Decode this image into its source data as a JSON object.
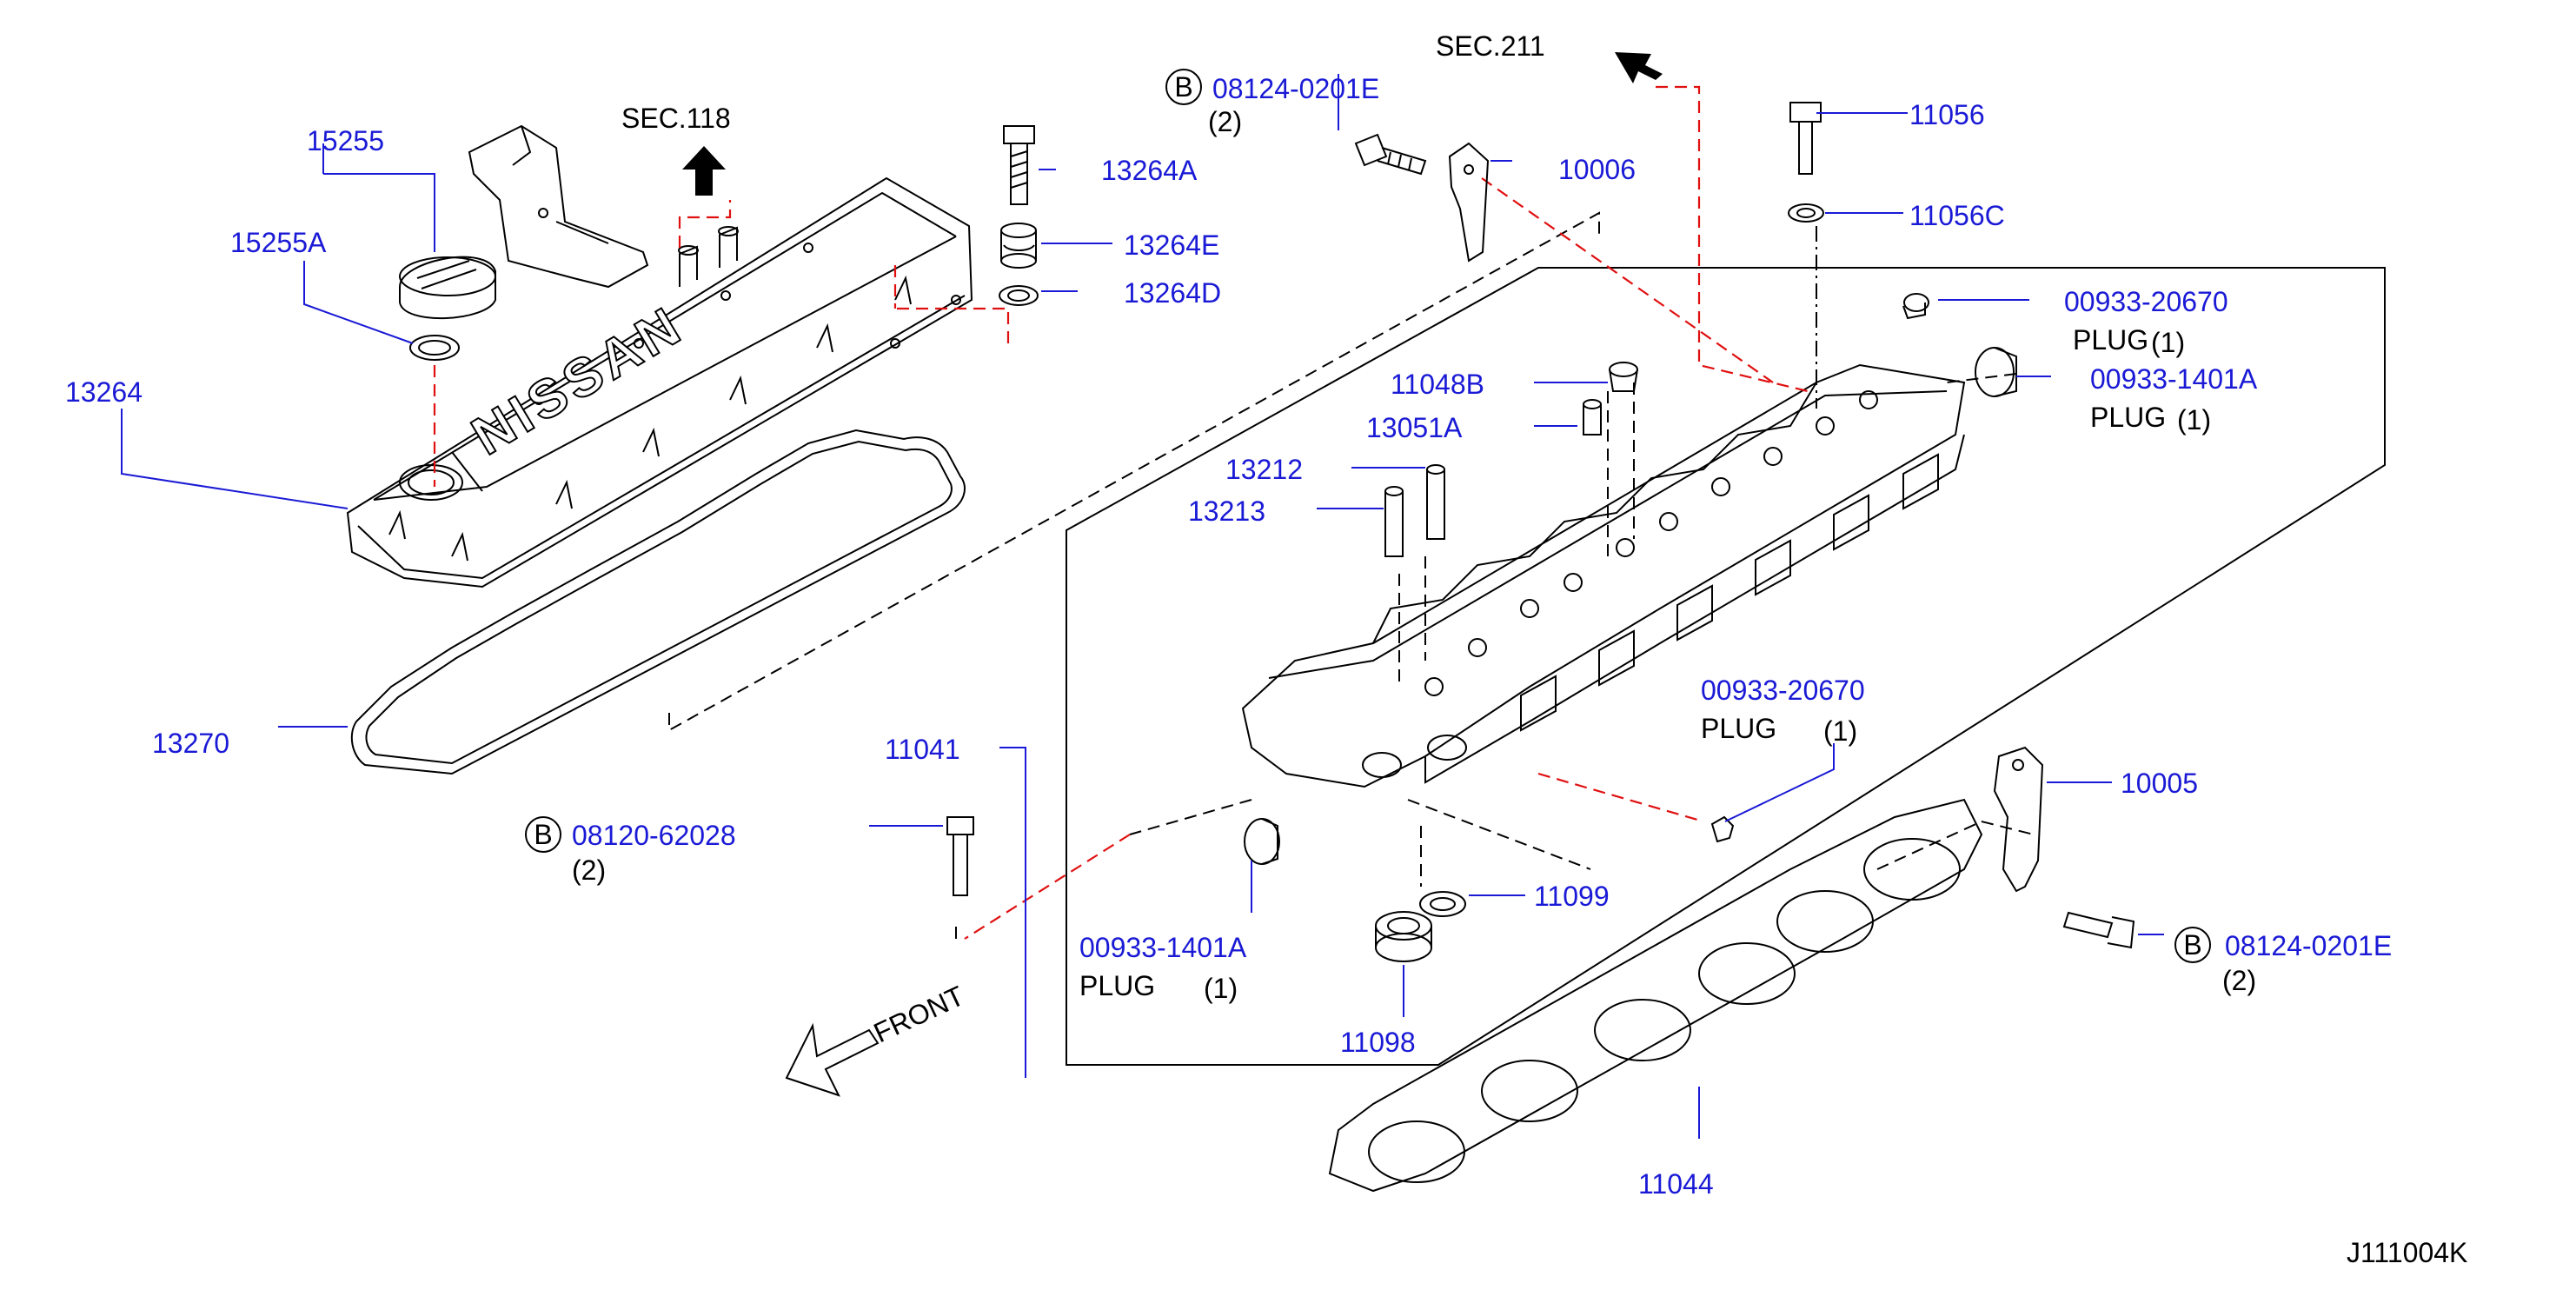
{
  "labels": {
    "p15255": "15255",
    "p15255a": "15255A",
    "p13264": "13264",
    "p13270": "13270",
    "sec118": "SEC.118",
    "p13264a": "13264A",
    "p13264e": "13264E",
    "p13264d": "13264D",
    "b_top_num": "08124-0201E",
    "b_top_qty": "(2)",
    "sec211": "SEC.211",
    "p10006": "10006",
    "p11056": "11056",
    "p11056c": "11056C",
    "p00933_20670_top": "00933-20670",
    "plug_top1": "PLUG",
    "plug_top1_qty": "(1)",
    "p00933_1401a_top": "00933-1401A",
    "plug_top2": "PLUG",
    "plug_top2_qty": "(1)",
    "p11048b": "11048B",
    "p13051a": "13051A",
    "p13212": "13212",
    "p13213": "13213",
    "p11041": "11041",
    "p00933_20670_mid": "00933-20670",
    "plug_mid": "PLUG",
    "plug_mid_qty": "(1)",
    "p10005": "10005",
    "b_left_num": "08120-62028",
    "b_left_qty": "(2)",
    "p11099": "11099",
    "p00933_1401a_bot": "00933-1401A",
    "plug_bot": "PLUG",
    "plug_bot_qty": "(1)",
    "p11098": "11098",
    "b_right_num": "08124-0201E",
    "b_right_qty": "(2)",
    "front": "FRONT",
    "p11044": "11044",
    "b_symbol": "B",
    "cover_logo": "NISSAN",
    "drawing_id": "J111004K"
  },
  "colors": {
    "label_blue": "#1a1ad6",
    "leader_red": "#e01010",
    "ink": "#000000"
  }
}
